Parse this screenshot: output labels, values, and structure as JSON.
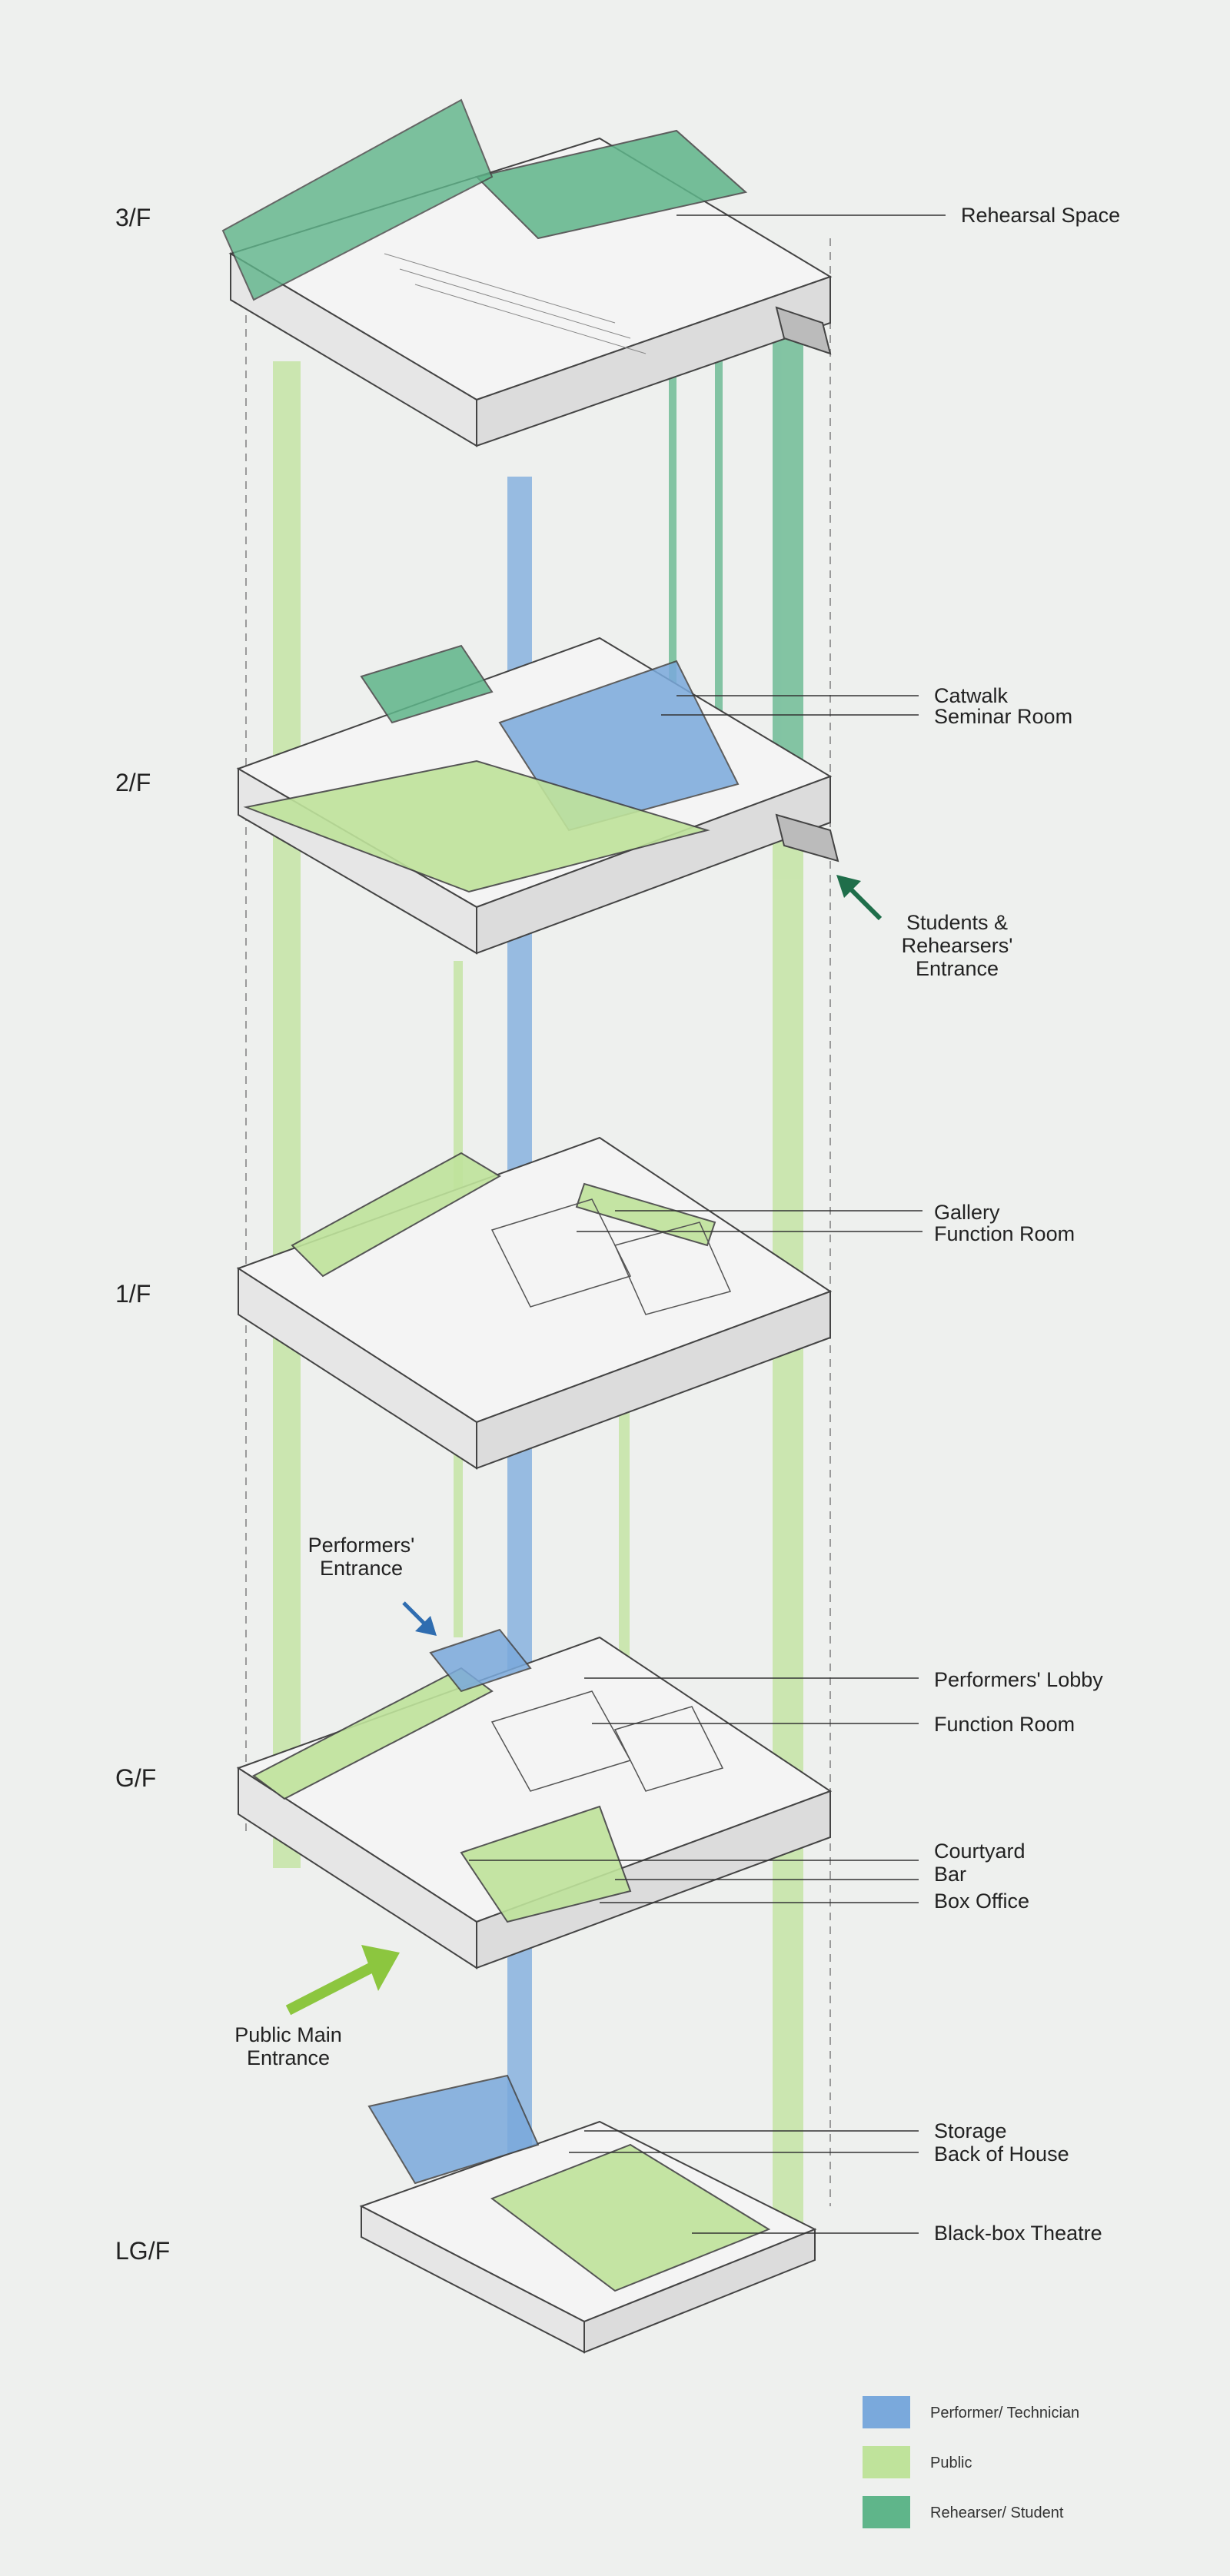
{
  "floors": {
    "f3": "3/F",
    "f2": "2/F",
    "f1": "1/F",
    "g": "G/F",
    "lg": "LG/F"
  },
  "labels": {
    "rehearsal_space": "Rehearsal Space",
    "catwalk": "Catwalk",
    "seminar_room": "Seminar Room",
    "students_entrance": [
      "Students &",
      "Rehearsers'",
      "Entrance"
    ],
    "gallery": "Gallery",
    "function_room_1f": "Function Room",
    "performers_entrance": [
      "Performers'",
      "Entrance"
    ],
    "performers_lobby": "Performers' Lobby",
    "function_room_g": "Function Room",
    "courtyard": "Courtyard",
    "bar": "Bar",
    "box_office": "Box Office",
    "public_main_entrance": [
      "Public Main",
      "Entrance"
    ],
    "storage": "Storage",
    "back_of_house": "Back of House",
    "black_box_theatre": "Black-box Theatre"
  },
  "legend": [
    {
      "label": "Performer/ Technician",
      "color": "#7aa9dc"
    },
    {
      "label": "Public",
      "color": "#bfe39b"
    },
    {
      "label": "Rehearser/ Student",
      "color": "#5fb58a"
    }
  ],
  "colors": {
    "performer": "#7aa9dc",
    "public": "#bfe39b",
    "rehearser": "#5fb58a",
    "arrow_public": "#8cc63f",
    "arrow_rehearser": "#1f6e4a"
  }
}
